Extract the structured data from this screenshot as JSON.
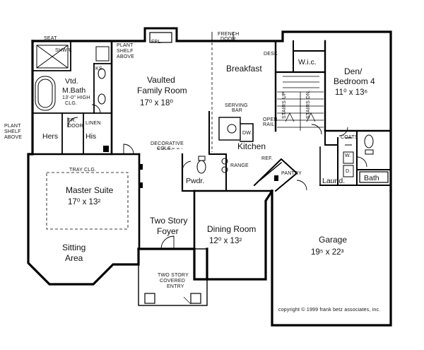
{
  "labels": {
    "seat": "SEAT",
    "shower": "SHWR.",
    "plant_shelf_right": [
      "PLANT",
      "SHELF",
      "ABOVE"
    ],
    "plant_shelf_left": [
      "PLANT",
      "SHELF",
      "ABOVE"
    ],
    "vtd_m_bath": [
      "Vtd.",
      "M.Bath",
      "13'-0\" HIGH",
      "CLG."
    ],
    "ks": "KS.",
    "fr_door": [
      "FR.",
      "DOOR"
    ],
    "linen": "LINEN",
    "hers": "Hers",
    "his": "His",
    "fireplace": "FPL.",
    "french_door": [
      "FRENCH",
      "DOOR"
    ],
    "family_room": [
      "Vaulted",
      "Family Room",
      "17⁰ x 18⁰"
    ],
    "breakfast": "Breakfast",
    "desk": "DESK",
    "wic": "W.i.c.",
    "den": [
      "Den/",
      "Bedroom 4",
      "11⁰ x 13⁶"
    ],
    "serving_bar": [
      "SERVING",
      "BAR"
    ],
    "open_rail": [
      "OPEN",
      "RAIL"
    ],
    "dw": "DW.",
    "stairs_up": "STAIRS UP",
    "stairs_down": "STAIRS DN.",
    "kitchen": "Kitchen",
    "range": "RANGE",
    "ref": "REF.",
    "pantry": "PANTRY",
    "coats": "COATS",
    "washer": "W.",
    "dryer": "D.",
    "laundry": "Laund.",
    "bath": "Bath",
    "decorative_cols": [
      "DECORATIVE",
      "COLS."
    ],
    "tray_ceiling": "TRAY CLG.",
    "master_suite": [
      "Master Suite",
      "17⁰ x 13²"
    ],
    "powder": "Pwdr.",
    "foyer": [
      "Two Story",
      "Foyer"
    ],
    "dining_room": [
      "Dining Room",
      "12⁰ x 13²"
    ],
    "sitting_area": [
      "Sitting",
      "Area"
    ],
    "covered_entry": [
      "TWO STORY",
      "COVERED",
      "ENTRY"
    ],
    "garage": [
      "Garage",
      "19⁵ x 22³"
    ],
    "copyright": "copyright © 1999 frank betz associates, inc."
  }
}
